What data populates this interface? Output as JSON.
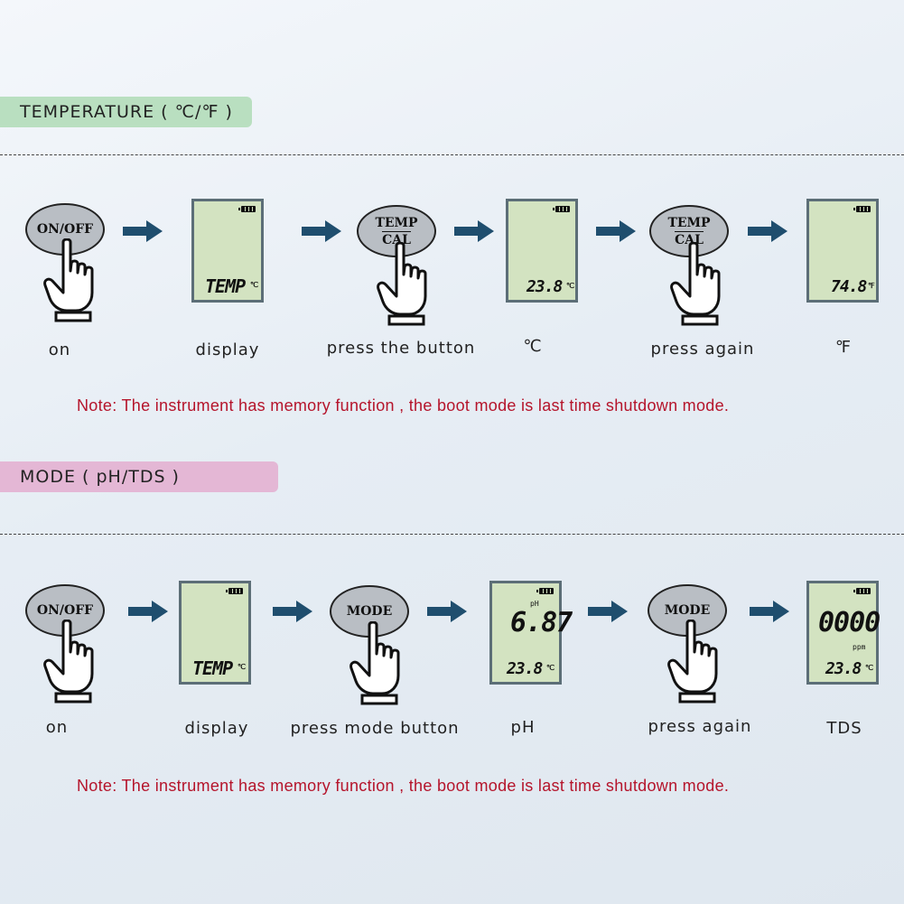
{
  "temperature_section": {
    "title": "TEMPERATURE ( ℃/℉ )",
    "buttons": {
      "on_off": "ON/OFF",
      "temp_line1": "TEMP",
      "temp_line2": "CAL"
    },
    "screens": {
      "display": {
        "text": "TEMP",
        "unit": "℃"
      },
      "celsius": {
        "text": "23.8",
        "unit": "℃"
      },
      "fahrenheit": {
        "text": "74.8",
        "unit": "℉"
      }
    },
    "captions": [
      "on",
      "display",
      "press the button",
      "℃",
      "press again",
      "℉"
    ],
    "note": "Note: The instrument has memory function , the boot mode is last time shutdown mode."
  },
  "mode_section": {
    "title": "MODE ( pH/TDS )",
    "buttons": {
      "on_off": "ON/OFF",
      "mode": "MODE"
    },
    "screens": {
      "display": {
        "text": "TEMP",
        "unit": "℃"
      },
      "ph": {
        "label": "pH",
        "value": "6.87",
        "temp": "23.8",
        "unit": "℃"
      },
      "tds": {
        "value": "0000",
        "label": "ppm",
        "temp": "23.8",
        "unit": "℃"
      }
    },
    "captions": [
      "on",
      "display",
      "press mode button",
      "pH",
      "press again",
      "TDS"
    ],
    "note": "Note: The instrument has memory function , the boot mode is last time shutdown mode."
  },
  "icons": {
    "hand": "pointing-hand-icon",
    "arrow": "right-arrow-icon",
    "battery": "battery-icon"
  },
  "colors": {
    "temperature_tag": "#b9dfc0",
    "mode_tag": "#e4b7d5",
    "note": "#b5142b",
    "arrow": "#1f4e6e",
    "lcd": "#d3e3c1"
  }
}
